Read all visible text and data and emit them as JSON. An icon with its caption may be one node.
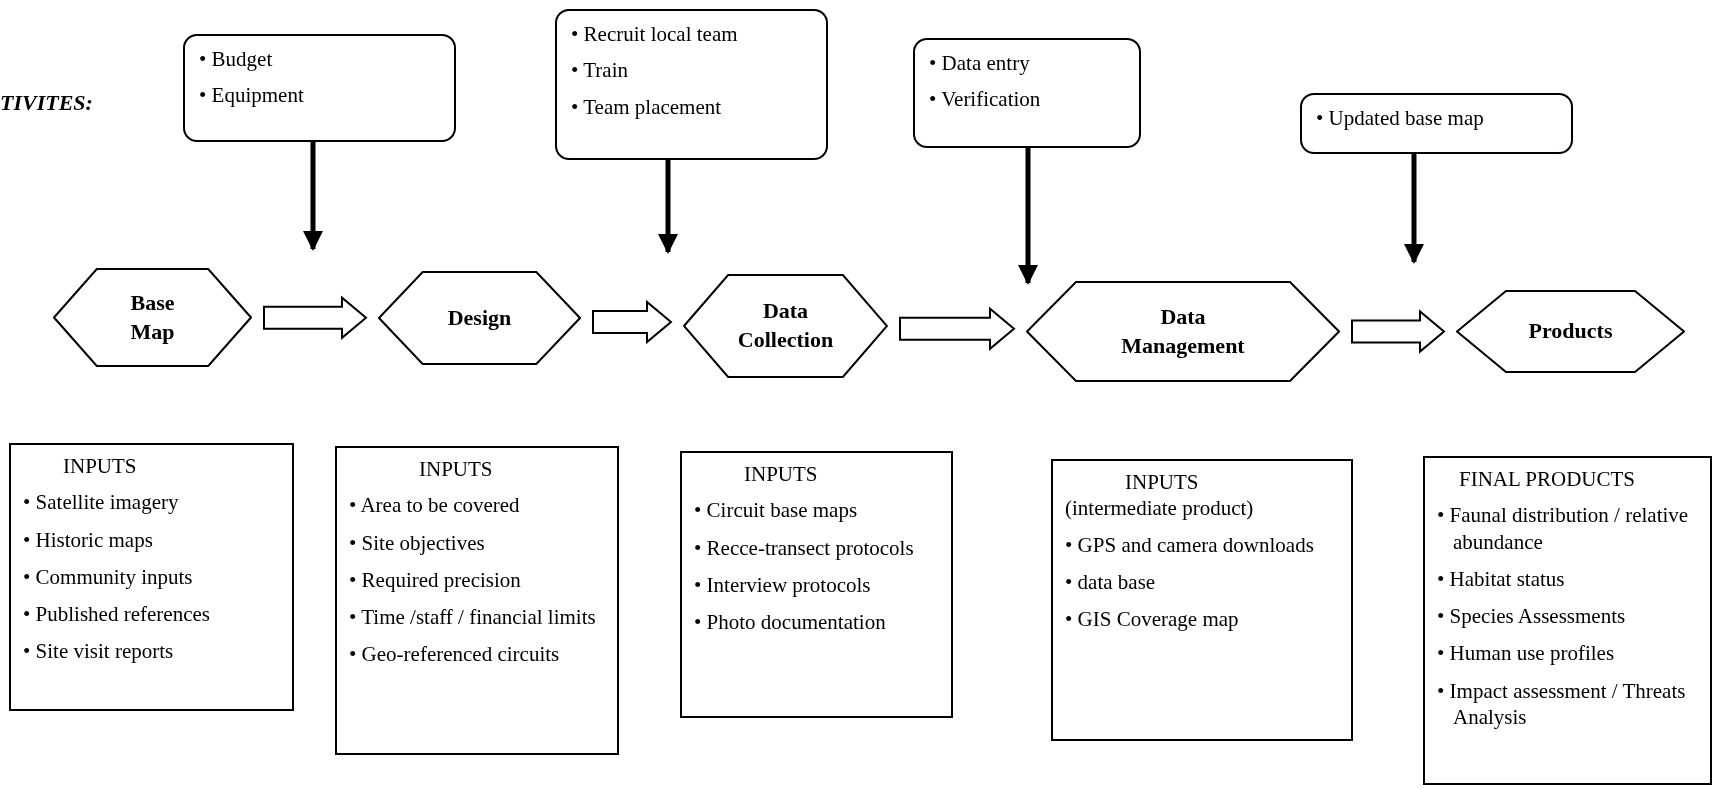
{
  "diagram": {
    "nodes": [
      {
        "text": [
          "• Budget",
          "• Equipment"
        ]
      },
      {
        "text": [
          "• Recruit local team",
          "• Train",
          "• Team placement"
        ]
      },
      {
        "text": [
          "• Data entry",
          "• Verification"
        ]
      },
      {
        "text": [
          "• Updated base map"
        ]
      },
      {
        "text": [
          "Base Map"
        ]
      },
      {
        "text": [
          "Design"
        ]
      },
      {
        "text": [
          "Data Collection"
        ]
      },
      {
        "text": [
          "Data Management"
        ]
      },
      {
        "text": [
          "Products"
        ]
      },
      {
        "text": [
          "INPUTS",
          "• Satellite imagery",
          "• Historic maps",
          "• Community inputs",
          "• Published references",
          "• Site visit reports"
        ]
      },
      {
        "text": [
          "INPUTS",
          "• Area to be covered",
          "• Site objectives",
          "• Required precision",
          "• Time /staff / financial limits",
          "• Geo-referenced circuits"
        ]
      },
      {
        "text": [
          "INPUTS",
          "• Circuit base maps",
          "• Recce-transect protocols",
          "• Interview protocols",
          "• Photo documentation"
        ]
      },
      {
        "text": [
          "INPUTS",
          "(intermediate product)",
          "• GPS and camera downloads",
          "• data base",
          "• GIS Coverage map"
        ]
      },
      {
        "text": [
          "FINAL PRODUCTS",
          "• Faunal distribution / relative abundance",
          "• Habitat status",
          "• Species Assessments",
          "• Human use profiles",
          "• Impact assessment / Threats Analysis"
        ]
      }
    ],
    "edges": [
      {
        "from": 4,
        "to": 5,
        "arrow": "to"
      },
      {
        "from": 5,
        "to": 6,
        "arrow": "to"
      },
      {
        "from": 6,
        "to": 7,
        "arrow": "to"
      },
      {
        "from": 7,
        "to": 8,
        "arrow": "to"
      },
      {
        "from": 0,
        "to": null,
        "arrow": "to"
      },
      {
        "from": 1,
        "to": null,
        "arrow": "to"
      },
      {
        "from": 2,
        "to": 7,
        "arrow": "to"
      },
      {
        "from": 3,
        "to": null,
        "arrow": "to"
      }
    ],
    "labels": [
      "TIVITES:"
    ]
  }
}
